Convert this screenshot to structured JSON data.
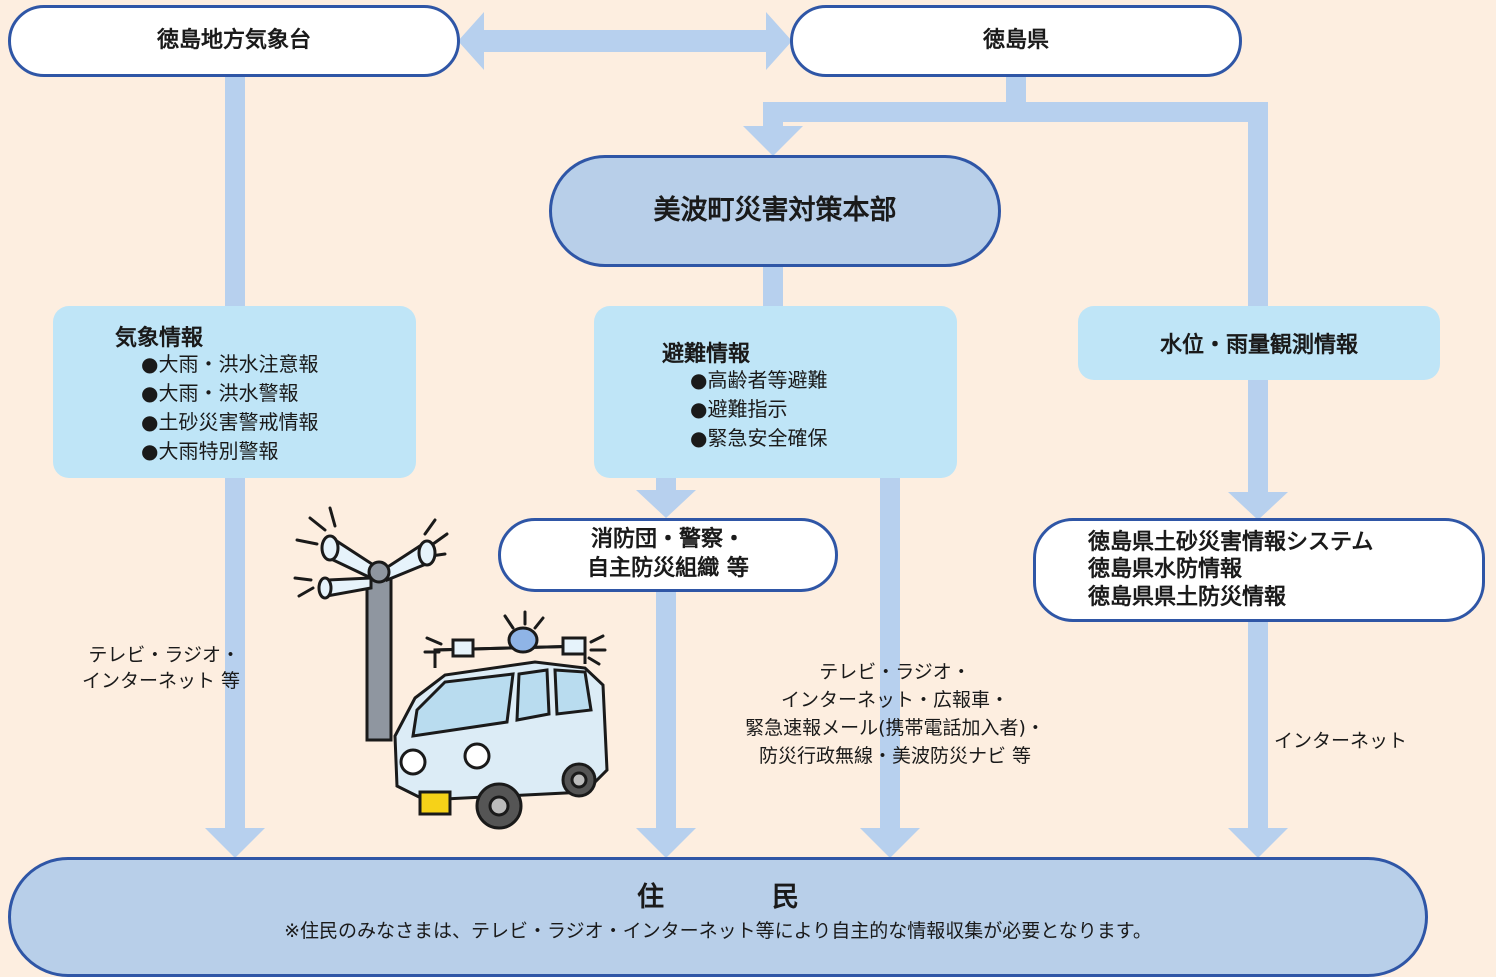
{
  "nodes": {
    "jma": "徳島地方気象台",
    "prefecture": "徳島県",
    "hq": "美波町災害対策本部",
    "fire": [
      "消防団・警察・",
      "自主防災組織 等"
    ],
    "systems": [
      "徳島県土砂災害情報システム",
      "徳島県水防情報",
      "徳島県県土防災情報"
    ],
    "residents": {
      "title": "住　　　　民",
      "note": "※住民のみなさまは、テレビ・ラジオ・インターネット等により自主的な情報収集が必要となります。"
    }
  },
  "info_boxes": {
    "weather": {
      "title": "気象情報",
      "items": [
        "大雨・洪水注意報",
        "大雨・洪水警報",
        "土砂災害警戒情報",
        "大雨特別警報"
      ]
    },
    "evacuation": {
      "title": "避難情報",
      "items": [
        "高齢者等避難",
        "避難指示",
        "緊急安全確保"
      ]
    },
    "water": {
      "title": "水位・雨量観測情報"
    }
  },
  "channels": {
    "left": [
      "テレビ・ラジオ・",
      "インターネット 等"
    ],
    "center": [
      "テレビ・ラジオ・",
      "インターネット・広報車・",
      "緊急速報メール(携帯電話加入者)・",
      "防災行政無線・美波防災ナビ 等"
    ],
    "right": "インターネット"
  },
  "colors": {
    "background": "#fdeee0",
    "arrow": "#b7d0ee",
    "border": "#2f56a6",
    "info_box": "#bfe5f7",
    "hq_fill": "#b8cfe9"
  }
}
